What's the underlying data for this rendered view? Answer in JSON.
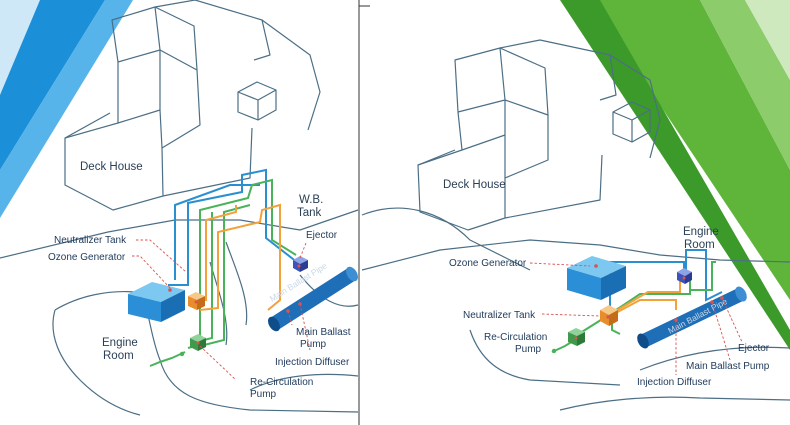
{
  "colors": {
    "outline": "#4c6f86",
    "pipe_blue": "#2a8fcf",
    "pipe_green": "#49b35a",
    "pipe_orange": "#f2a23b",
    "leader_red": "#d9534f",
    "banner_blue": "#1b8fd8",
    "banner_green": "#5fb53a"
  },
  "left_panel": {
    "deck_house": "Deck House",
    "wb_tank_line1": "W.B.",
    "wb_tank_line2": "Tank",
    "engine_room_line1": "Engine",
    "engine_room_line2": "Room",
    "neutralizer_tank": "Neutralizer Tank",
    "ozone_generator": "Ozone Generator",
    "ejector": "Ejector",
    "main_ballast_pipe": "Main Ballast Pipe",
    "main_ballast_pump_line1": "Main Ballast",
    "main_ballast_pump_line2": "Pump",
    "injection_diffuser": "Injection Diffuser",
    "recirculation_pump_line1": "Re-Circulation",
    "recirculation_pump_line2": "Pump"
  },
  "right_panel": {
    "deck_house": "Deck House",
    "engine_room_line1": "Engine",
    "engine_room_line2": "Room",
    "ozone_generator": "Ozone Generator",
    "neutralizer_tank": "Neutralizer Tank",
    "recirculation_pump_line1": "Re-Circulation",
    "recirculation_pump_line2": "Pump",
    "main_ballast_pipe": "Main Ballast Pipe",
    "ejector": "Ejector",
    "main_ballast_pump": "Main Ballast Pump",
    "injection_diffuser": "Injection Diffuser"
  }
}
